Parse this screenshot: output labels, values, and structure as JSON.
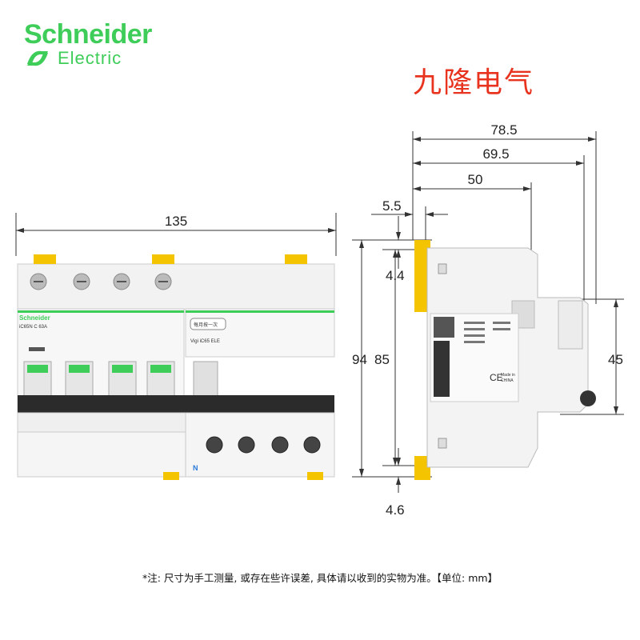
{
  "brand": {
    "name": "Schneider",
    "sub": "Electric",
    "color": "#3dcd58"
  },
  "shop": {
    "name": "九隆电气",
    "color": "#e8331f"
  },
  "front": {
    "width_label": "135",
    "brand_label": "Schneider",
    "model_label": "iC65N C 63A",
    "rcd_model_label": "Vigi iC65 ELE",
    "rcd_tag_label": "每月按一次",
    "neutral_label": "N"
  },
  "side": {
    "dim_785": "78.5",
    "dim_695": "69.5",
    "dim_50": "50",
    "dim_55": "5.5",
    "dim_44": "4.4",
    "dim_94": "94",
    "dim_85": "85",
    "dim_46": "4.6",
    "dim_45": "45",
    "made_in": "Made in",
    "country": "CHINA",
    "ce_mark": "CE"
  },
  "note": "*注: 尺寸为手工测量, 或存在些许误差, 具体请以收到的实物为准。【单位: mm】"
}
